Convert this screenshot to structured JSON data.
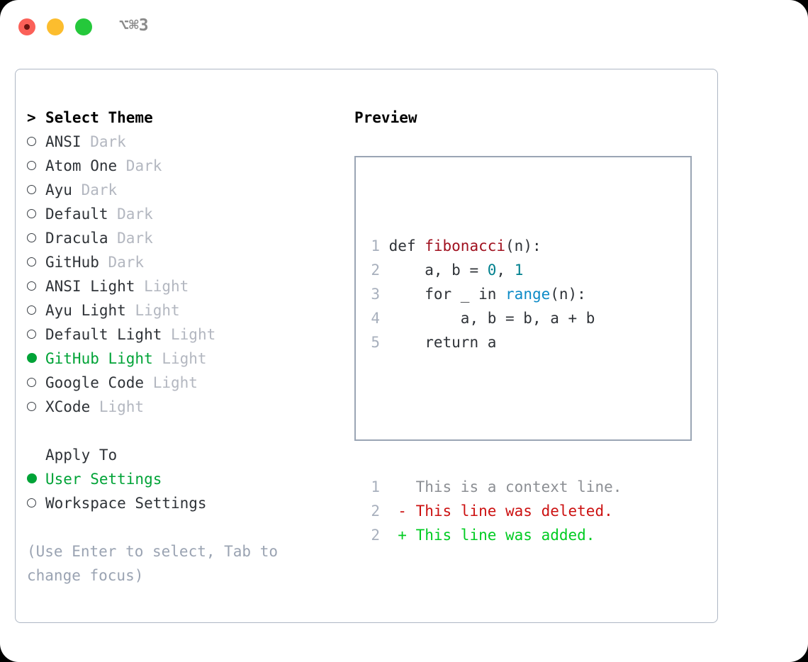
{
  "window": {
    "shortcut": "⌥⌘3",
    "traffic_lights": [
      {
        "name": "close",
        "color": "#fb6058"
      },
      {
        "name": "minimize",
        "color": "#fcbd2e"
      },
      {
        "name": "maximize",
        "color": "#25c83b"
      }
    ]
  },
  "theme_picker": {
    "header": "Select Theme",
    "header_prefix": "> ",
    "items": [
      {
        "label": "ANSI",
        "tag": "Dark",
        "selected": false
      },
      {
        "label": "Atom One",
        "tag": "Dark",
        "selected": false
      },
      {
        "label": "Ayu",
        "tag": "Dark",
        "selected": false
      },
      {
        "label": "Default",
        "tag": "Dark",
        "selected": false
      },
      {
        "label": "Dracula",
        "tag": "Dark",
        "selected": false
      },
      {
        "label": "GitHub",
        "tag": "Dark",
        "selected": false
      },
      {
        "label": "ANSI Light",
        "tag": "Light",
        "selected": false
      },
      {
        "label": "Ayu Light",
        "tag": "Light",
        "selected": false
      },
      {
        "label": "Default Light",
        "tag": "Light",
        "selected": false
      },
      {
        "label": "GitHub Light",
        "tag": "Light",
        "selected": true
      },
      {
        "label": "Google Code",
        "tag": "Light",
        "selected": false
      },
      {
        "label": "XCode",
        "tag": "Light",
        "selected": false
      }
    ]
  },
  "apply_to": {
    "header": "Apply To",
    "items": [
      {
        "label": "User Settings",
        "selected": true
      },
      {
        "label": "Workspace Settings",
        "selected": false
      }
    ]
  },
  "hint": "(Use Enter to select, Tab to change focus)",
  "preview": {
    "title": "Preview",
    "code_lines": [
      {
        "num": "1",
        "tokens": [
          {
            "t": "def ",
            "c": "plain"
          },
          {
            "t": "fibonacci",
            "c": "fn"
          },
          {
            "t": "(n):",
            "c": "plain"
          }
        ]
      },
      {
        "num": "2",
        "tokens": [
          {
            "t": "    a, b = ",
            "c": "plain"
          },
          {
            "t": "0",
            "c": "num"
          },
          {
            "t": ", ",
            "c": "plain"
          },
          {
            "t": "1",
            "c": "num"
          }
        ]
      },
      {
        "num": "3",
        "tokens": [
          {
            "t": "    for _ in ",
            "c": "plain"
          },
          {
            "t": "range",
            "c": "call"
          },
          {
            "t": "(n):",
            "c": "plain"
          }
        ]
      },
      {
        "num": "4",
        "tokens": [
          {
            "t": "        a, b = b, a + b",
            "c": "plain"
          }
        ]
      },
      {
        "num": "5",
        "tokens": [
          {
            "t": "    return a",
            "c": "plain"
          }
        ]
      }
    ],
    "diff_lines": [
      {
        "num": "1",
        "marker": "  ",
        "text": "This is a context line.",
        "c": "ctx"
      },
      {
        "num": "2",
        "marker": "- ",
        "text": "This line was deleted.",
        "c": "del"
      },
      {
        "num": "2",
        "marker": "+ ",
        "text": "This line was added.",
        "c": "add"
      }
    ]
  },
  "colors": {
    "selected_green": "#00a337",
    "tag_grey": "#b3b7c0",
    "hint_grey": "#9aa3b2",
    "fn_red": "#a0111f",
    "num_teal": "#00808e",
    "call_blue": "#0d8bc7",
    "diff_del": "#cc1111",
    "diff_add": "#00cc22",
    "panel_border": "#aeb7c4",
    "preview_border": "#9aa5b4"
  }
}
